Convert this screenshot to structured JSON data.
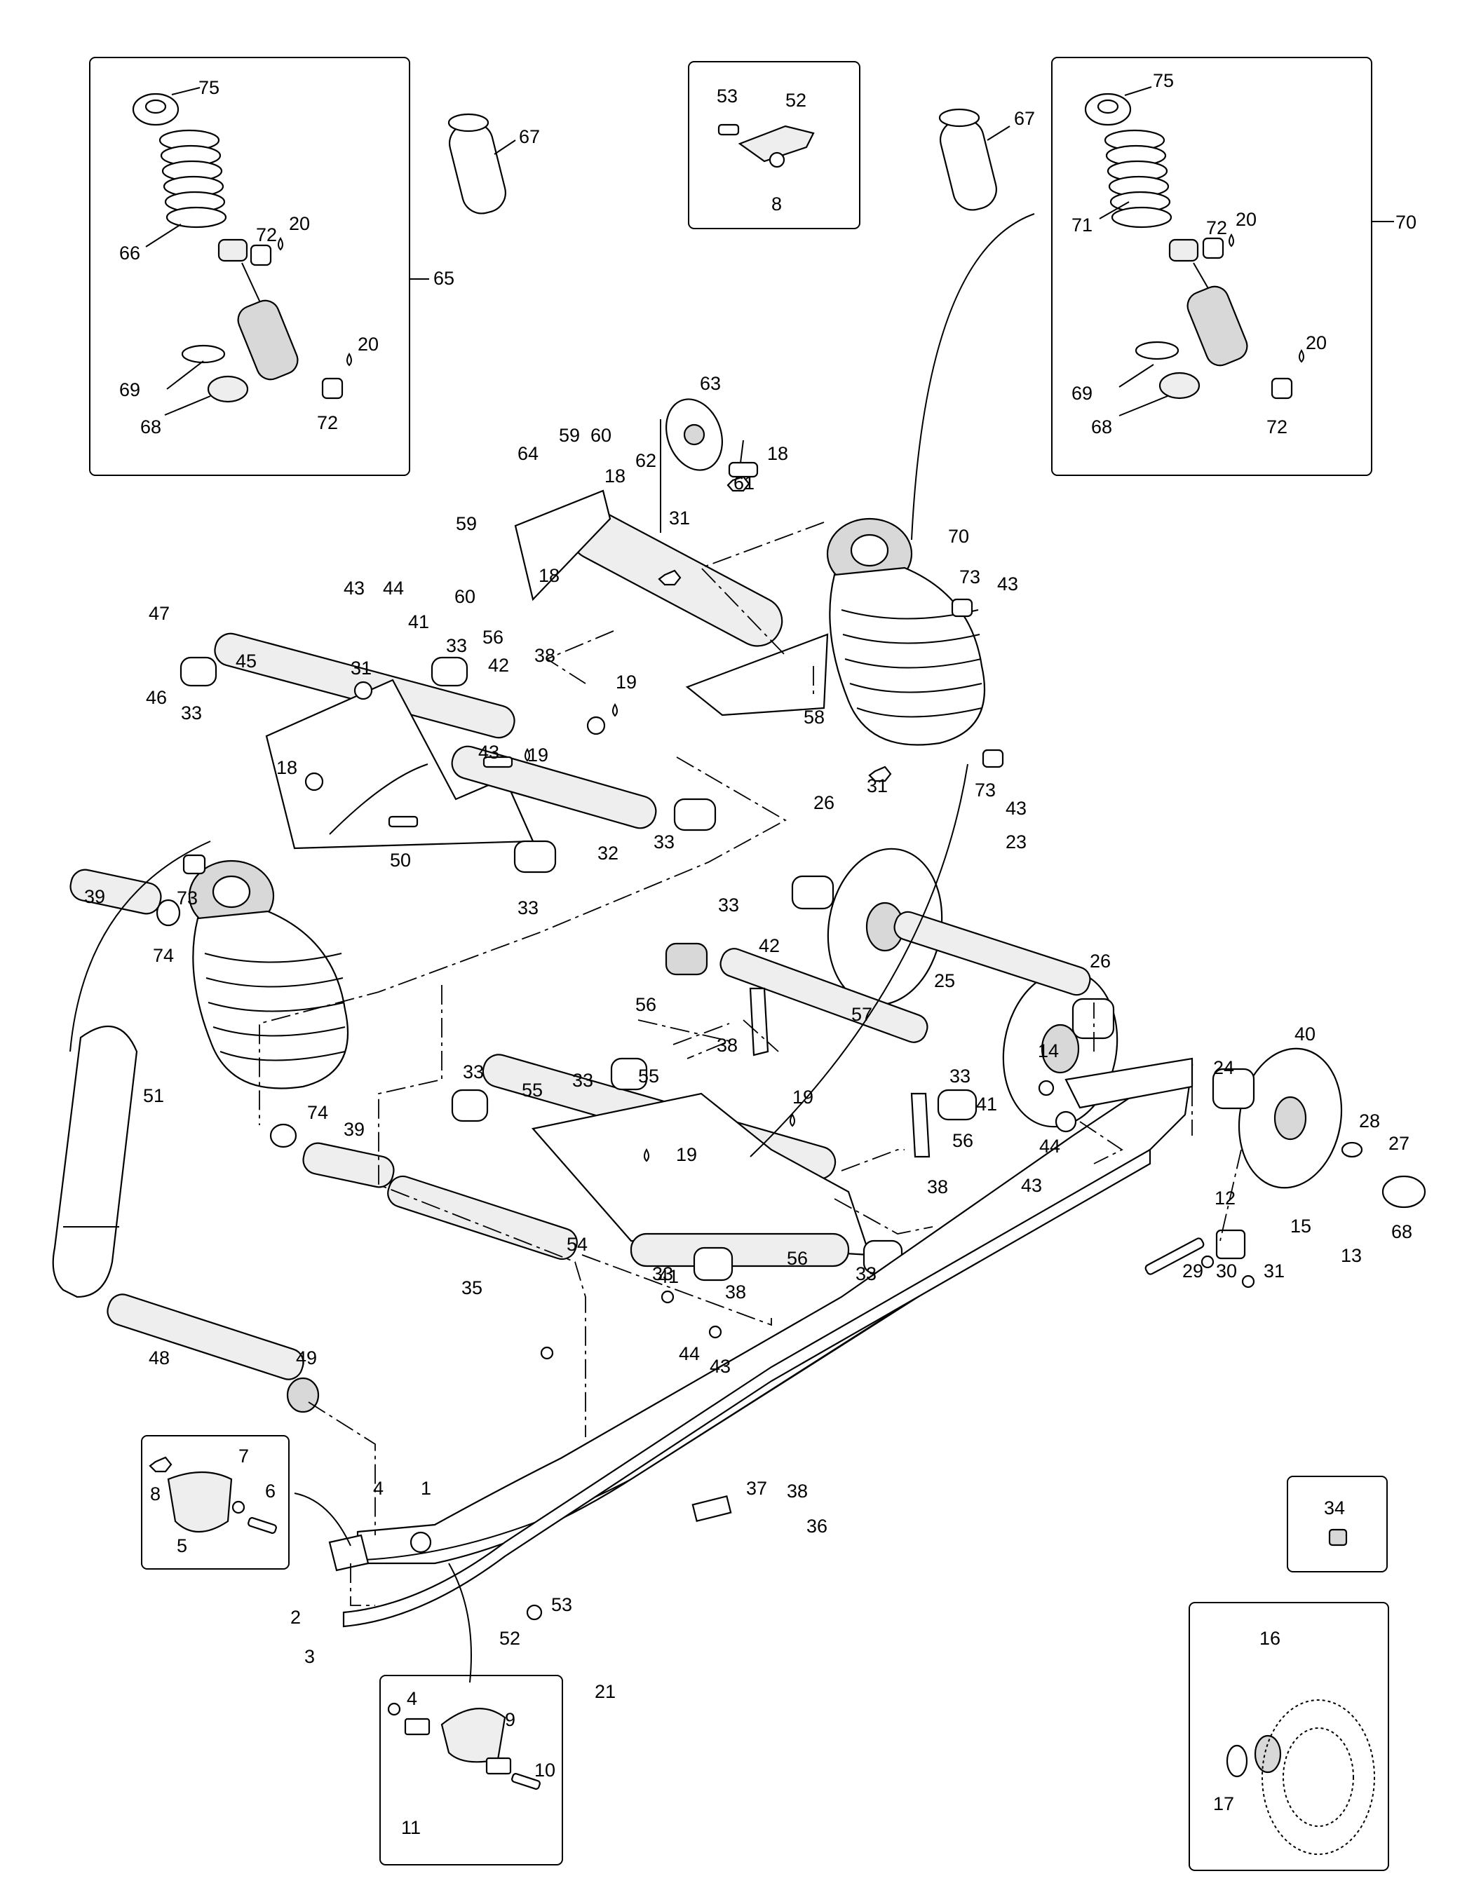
{
  "callouts": [
    {
      "id": "c75a",
      "text": "75"
    },
    {
      "id": "c67a",
      "text": "67"
    },
    {
      "id": "c66",
      "text": "66"
    },
    {
      "id": "c72a",
      "text": "72"
    },
    {
      "id": "c20a",
      "text": "20"
    },
    {
      "id": "c65",
      "text": "65"
    },
    {
      "id": "c20b",
      "text": "20"
    },
    {
      "id": "c69a",
      "text": "69"
    },
    {
      "id": "c68a",
      "text": "68"
    },
    {
      "id": "c72b",
      "text": "72"
    },
    {
      "id": "c53a",
      "text": "53"
    },
    {
      "id": "c52a",
      "text": "52"
    },
    {
      "id": "c8a",
      "text": "8"
    },
    {
      "id": "c75b",
      "text": "75"
    },
    {
      "id": "c67b",
      "text": "67"
    },
    {
      "id": "c71",
      "text": "71"
    },
    {
      "id": "c72c",
      "text": "72"
    },
    {
      "id": "c20c",
      "text": "20"
    },
    {
      "id": "c70a",
      "text": "70"
    },
    {
      "id": "c20d",
      "text": "20"
    },
    {
      "id": "c69b",
      "text": "69"
    },
    {
      "id": "c68b",
      "text": "68"
    },
    {
      "id": "c72d",
      "text": "72"
    },
    {
      "id": "c63",
      "text": "63"
    },
    {
      "id": "c64",
      "text": "64"
    },
    {
      "id": "c59a",
      "text": "59"
    },
    {
      "id": "c60a",
      "text": "60"
    },
    {
      "id": "c18a",
      "text": "18"
    },
    {
      "id": "c18b",
      "text": "18"
    },
    {
      "id": "c62",
      "text": "62"
    },
    {
      "id": "c61",
      "text": "61"
    },
    {
      "id": "c31a",
      "text": "31"
    },
    {
      "id": "c59b",
      "text": "59"
    },
    {
      "id": "c60b",
      "text": "60"
    },
    {
      "id": "c18c",
      "text": "18"
    },
    {
      "id": "c56a",
      "text": "56"
    },
    {
      "id": "c38a",
      "text": "38"
    },
    {
      "id": "c70b",
      "text": "70"
    },
    {
      "id": "c73a",
      "text": "73"
    },
    {
      "id": "c43a",
      "text": "43"
    },
    {
      "id": "c58",
      "text": "58"
    },
    {
      "id": "c43b",
      "text": "43"
    },
    {
      "id": "c44a",
      "text": "44"
    },
    {
      "id": "c41a",
      "text": "41"
    },
    {
      "id": "c33a",
      "text": "33"
    },
    {
      "id": "c42a",
      "text": "42"
    },
    {
      "id": "c47",
      "text": "47"
    },
    {
      "id": "c46",
      "text": "46"
    },
    {
      "id": "c33b",
      "text": "33"
    },
    {
      "id": "c45",
      "text": "45"
    },
    {
      "id": "c31b",
      "text": "31"
    },
    {
      "id": "c19a",
      "text": "19"
    },
    {
      "id": "c18d",
      "text": "18"
    },
    {
      "id": "c43c",
      "text": "43"
    },
    {
      "id": "c19b",
      "text": "19"
    },
    {
      "id": "c50",
      "text": "50"
    },
    {
      "id": "c32",
      "text": "32"
    },
    {
      "id": "c33c",
      "text": "33"
    },
    {
      "id": "c33d",
      "text": "33"
    },
    {
      "id": "c31c",
      "text": "31"
    },
    {
      "id": "c73b",
      "text": "73"
    },
    {
      "id": "c43d",
      "text": "43"
    },
    {
      "id": "c26a",
      "text": "26"
    },
    {
      "id": "c23",
      "text": "23"
    },
    {
      "id": "c73c",
      "text": "73"
    },
    {
      "id": "c39a",
      "text": "39"
    },
    {
      "id": "c74a",
      "text": "74"
    },
    {
      "id": "c33e",
      "text": "33"
    },
    {
      "id": "c42b",
      "text": "42"
    },
    {
      "id": "c25",
      "text": "25"
    },
    {
      "id": "c26b",
      "text": "26"
    },
    {
      "id": "c56b",
      "text": "56"
    },
    {
      "id": "c57",
      "text": "57"
    },
    {
      "id": "c38b",
      "text": "38"
    },
    {
      "id": "c40",
      "text": "40"
    },
    {
      "id": "c14",
      "text": "14"
    },
    {
      "id": "c24",
      "text": "24"
    },
    {
      "id": "c51",
      "text": "51"
    },
    {
      "id": "c33f",
      "text": "33"
    },
    {
      "id": "c55a",
      "text": "55"
    },
    {
      "id": "c33g",
      "text": "33"
    },
    {
      "id": "c55b",
      "text": "55"
    },
    {
      "id": "c33h",
      "text": "33"
    },
    {
      "id": "c19c",
      "text": "19"
    },
    {
      "id": "c41b",
      "text": "41"
    },
    {
      "id": "c28",
      "text": "28"
    },
    {
      "id": "c27",
      "text": "27"
    },
    {
      "id": "c74b",
      "text": "74"
    },
    {
      "id": "c39b",
      "text": "39"
    },
    {
      "id": "c56c",
      "text": "56"
    },
    {
      "id": "c44b",
      "text": "44"
    },
    {
      "id": "c19d",
      "text": "19"
    },
    {
      "id": "c38c",
      "text": "38"
    },
    {
      "id": "c43e",
      "text": "43"
    },
    {
      "id": "c12",
      "text": "12"
    },
    {
      "id": "c15",
      "text": "15"
    },
    {
      "id": "c54",
      "text": "54"
    },
    {
      "id": "c68c",
      "text": "68"
    },
    {
      "id": "c13",
      "text": "13"
    },
    {
      "id": "c33i",
      "text": "33"
    },
    {
      "id": "c33j",
      "text": "33"
    },
    {
      "id": "c29",
      "text": "29"
    },
    {
      "id": "c30",
      "text": "30"
    },
    {
      "id": "c31d",
      "text": "31"
    },
    {
      "id": "c56d",
      "text": "56"
    },
    {
      "id": "c35",
      "text": "35"
    },
    {
      "id": "c38d",
      "text": "38"
    },
    {
      "id": "c41c",
      "text": "41"
    },
    {
      "id": "c44c",
      "text": "44"
    },
    {
      "id": "c43f",
      "text": "43"
    },
    {
      "id": "c48",
      "text": "48"
    },
    {
      "id": "c49",
      "text": "49"
    },
    {
      "id": "c7",
      "text": "7"
    },
    {
      "id": "c8b",
      "text": "8"
    },
    {
      "id": "c6",
      "text": "6"
    },
    {
      "id": "c5",
      "text": "5"
    },
    {
      "id": "c4a",
      "text": "4"
    },
    {
      "id": "c1",
      "text": "1"
    },
    {
      "id": "c37",
      "text": "37"
    },
    {
      "id": "c38e",
      "text": "38"
    },
    {
      "id": "c36",
      "text": "36"
    },
    {
      "id": "c34",
      "text": "34"
    },
    {
      "id": "c53b",
      "text": "53"
    },
    {
      "id": "c2",
      "text": "2"
    },
    {
      "id": "c52b",
      "text": "52"
    },
    {
      "id": "c3",
      "text": "3"
    },
    {
      "id": "c21",
      "text": "21"
    },
    {
      "id": "c16",
      "text": "16"
    },
    {
      "id": "c17",
      "text": "17"
    },
    {
      "id": "c4b",
      "text": "4"
    },
    {
      "id": "c9",
      "text": "9"
    },
    {
      "id": "c10",
      "text": "10"
    },
    {
      "id": "c11",
      "text": "11"
    }
  ]
}
